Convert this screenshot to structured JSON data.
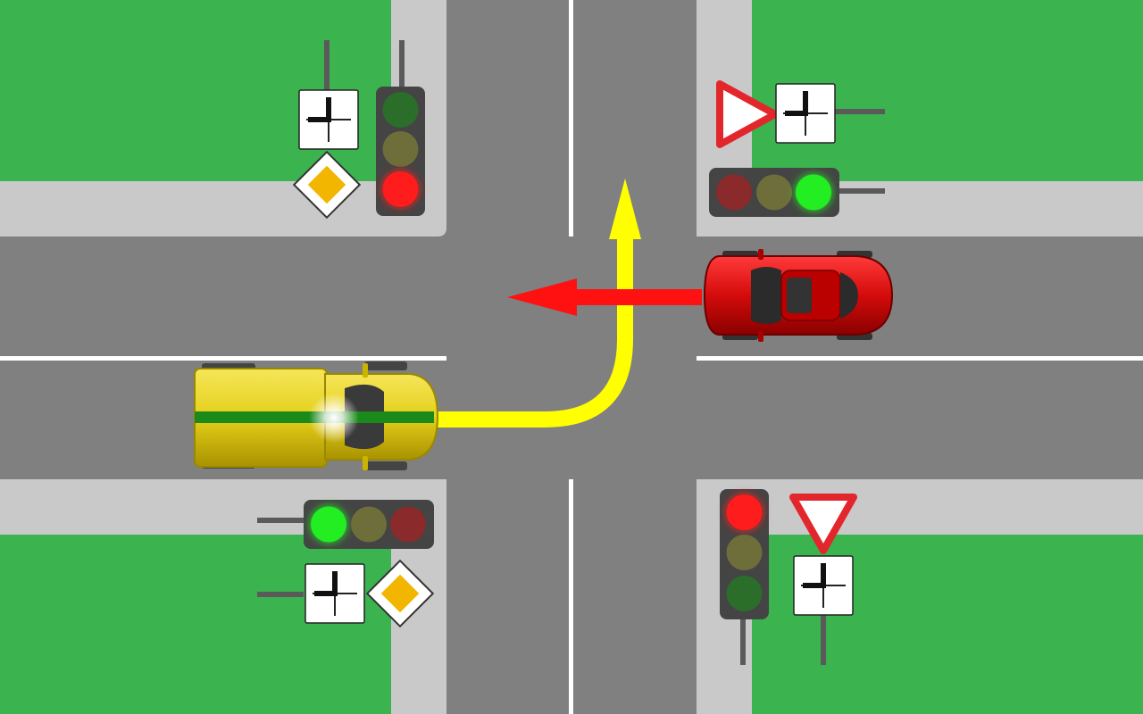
{
  "scene": {
    "type": "road-intersection-diagram",
    "colors": {
      "grass": "#3bb34f",
      "road": "#808080",
      "sidewalk": "#c9c9c9",
      "lane_marking": "#ffffff",
      "light_red_on": "#ff1a1a",
      "light_green_on": "#22ee22",
      "light_dim": "#6e6e3a",
      "main_road_sign": "#f2b500",
      "yield_sign_border": "#e3262c",
      "yellow_car": "#e8d21c",
      "yellow_car_stripe": "#1a8a1a",
      "red_car": "#cc0a0a",
      "yellow_path_arrow": "#ffff00",
      "red_path_arrow": "#ff1111"
    },
    "traffic_lights": [
      {
        "id": "nw",
        "orientation": "vertical",
        "active": "red"
      },
      {
        "id": "ne",
        "orientation": "horizontal",
        "active": "green"
      },
      {
        "id": "sw",
        "orientation": "horizontal",
        "active": "green"
      },
      {
        "id": "se",
        "orientation": "vertical",
        "active": "red"
      }
    ],
    "signs": [
      {
        "id": "nw-main-road",
        "icon": "main-road-diamond-sign"
      },
      {
        "id": "nw-plate",
        "icon": "road-layout-plate"
      },
      {
        "id": "ne-yield",
        "icon": "yield-triangle-sign"
      },
      {
        "id": "ne-plate",
        "icon": "road-layout-plate"
      },
      {
        "id": "sw-main-road",
        "icon": "main-road-diamond-sign"
      },
      {
        "id": "sw-plate",
        "icon": "road-layout-plate"
      },
      {
        "id": "se-yield",
        "icon": "yield-triangle-sign"
      },
      {
        "id": "se-plate",
        "icon": "road-layout-plate"
      }
    ],
    "vehicles": [
      {
        "id": "yellow-car",
        "heading": "east",
        "headlight_on": true
      },
      {
        "id": "red-car",
        "heading": "west",
        "headlight_on": false
      }
    ],
    "paths": [
      {
        "id": "yellow-path",
        "maneuver": "left-turn"
      },
      {
        "id": "red-path",
        "maneuver": "straight"
      }
    ]
  }
}
